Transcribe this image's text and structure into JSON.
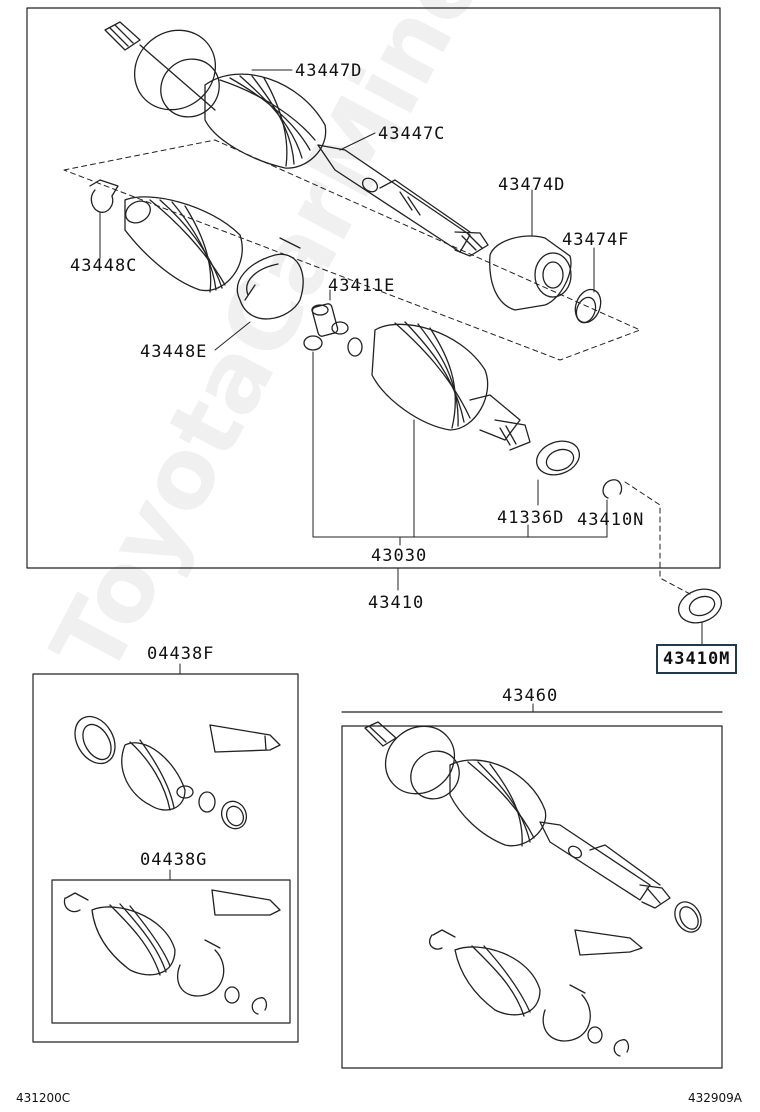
{
  "watermark": "ToyotaCarMine.ru",
  "labels": {
    "p43447D": "43447D",
    "p43447C": "43447C",
    "p43474D": "43474D",
    "p43474F": "43474F",
    "p43448C": "43448C",
    "p43411E": "43411E",
    "p43448E": "43448E",
    "p41336D": "41336D",
    "p43410N": "43410N",
    "p43030": "43030",
    "p43410": "43410",
    "p43410M": "43410M",
    "p04438F": "04438F",
    "p43460": "43460",
    "p04438G": "04438G"
  },
  "footer": {
    "left_code": "431200C",
    "right_code": "432909A"
  }
}
